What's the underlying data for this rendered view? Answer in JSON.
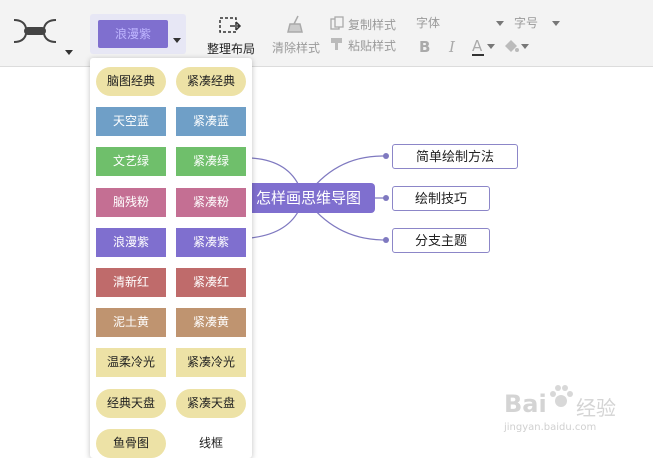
{
  "toolbar": {
    "theme_current": "浪漫紫",
    "layout_label": "整理布局",
    "clear_style": "清除样式",
    "copy_style": "复制样式",
    "paste_style": "粘贴样式",
    "font_label": "字体",
    "size_label": "字号",
    "bold": "B",
    "italic": "I",
    "font_color": "A"
  },
  "theme_menu": {
    "options": [
      {
        "label": "脑图经典",
        "bg": "#ede2a6",
        "fg": "#222222",
        "pill": true
      },
      {
        "label": "紧凑经典",
        "bg": "#ede2a6",
        "fg": "#222222",
        "pill": true
      },
      {
        "label": "天空蓝",
        "bg": "#6f9fc7",
        "fg": "#ffffff",
        "pill": false
      },
      {
        "label": "紧凑蓝",
        "bg": "#6f9fc7",
        "fg": "#ffffff",
        "pill": false
      },
      {
        "label": "文艺绿",
        "bg": "#6fbf6b",
        "fg": "#ffffff",
        "pill": false
      },
      {
        "label": "紧凑绿",
        "bg": "#6fbf6b",
        "fg": "#ffffff",
        "pill": false
      },
      {
        "label": "脑残粉",
        "bg": "#c46f93",
        "fg": "#ffffff",
        "pill": false
      },
      {
        "label": "紧凑粉",
        "bg": "#c46f93",
        "fg": "#ffffff",
        "pill": false
      },
      {
        "label": "浪漫紫",
        "bg": "#7f6fcf",
        "fg": "#ffffff",
        "pill": false
      },
      {
        "label": "紧凑紫",
        "bg": "#7f6fcf",
        "fg": "#ffffff",
        "pill": false
      },
      {
        "label": "清新红",
        "bg": "#bf6b6b",
        "fg": "#ffffff",
        "pill": false
      },
      {
        "label": "紧凑红",
        "bg": "#bf6b6b",
        "fg": "#ffffff",
        "pill": false
      },
      {
        "label": "泥土黄",
        "bg": "#bf9470",
        "fg": "#ffffff",
        "pill": false
      },
      {
        "label": "紧凑黄",
        "bg": "#bf9470",
        "fg": "#ffffff",
        "pill": false
      },
      {
        "label": "温柔冷光",
        "bg": "#ede2a6",
        "fg": "#222222",
        "pill": false
      },
      {
        "label": "紧凑冷光",
        "bg": "#ede2a6",
        "fg": "#222222",
        "pill": false
      },
      {
        "label": "经典天盘",
        "bg": "#ede2a6",
        "fg": "#222222",
        "pill": true
      },
      {
        "label": "紧凑天盘",
        "bg": "#ede2a6",
        "fg": "#222222",
        "pill": true
      },
      {
        "label": "鱼骨图",
        "bg": "#ede2a6",
        "fg": "#222222",
        "pill": true
      },
      {
        "label": "线框",
        "bg": "#ffffff",
        "fg": "#222222",
        "pill": false
      }
    ]
  },
  "mindmap": {
    "root": "怎样画思维导图",
    "children": [
      "简单绘制方法",
      "绘制技巧",
      "分支主题"
    ]
  },
  "watermark": {
    "brand": "Bai",
    "brand_cn": "经验",
    "url": "jingyan.baidu.com"
  },
  "colors": {
    "accent": "#7f6fcf",
    "toolbar_bg": "#f3f3f3",
    "line": "#7f79c0"
  }
}
